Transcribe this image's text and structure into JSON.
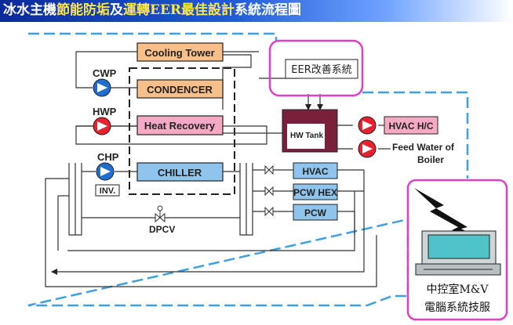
{
  "title": {
    "part1": "冰水主機",
    "part2": "節能防垢",
    "part3": "及",
    "part4": "運轉EER最佳設計",
    "part5": "系統流程圖"
  },
  "equipment": {
    "cooling_tower": "Cooling Tower",
    "condencer": "CONDENCER",
    "heat_recovery": "Heat Recovery",
    "chiller": "CHILLER",
    "hw_tank": "HW Tank",
    "hvac_hc": "HVAC H/C",
    "feed_water_line1": "Feed Water of",
    "feed_water_line2": "Boiler",
    "hvac": "HVAC",
    "pcw_hex": "PCW HEX",
    "pcw": "PCW",
    "eer_system": "EER改善系統"
  },
  "pumps": {
    "cwp": "CWP",
    "hwp": "HWP",
    "chp": "CHP",
    "inv": "INV."
  },
  "valves": {
    "dpcv": "DPCV"
  },
  "control_room": {
    "line1": "中控室M&V",
    "line2": "電腦系統技服"
  },
  "colors": {
    "title_bar_start": "#0b2a9a",
    "title_yellow": "#ffe54a",
    "dashed_border": "#3da0e0",
    "magenta": "#e040c8",
    "orange_fill": "#f7c08a",
    "pink_fill": "#f5a9c4",
    "blue_fill": "#8fc4ec",
    "hw_tank_fill": "#7a1f3c",
    "pump_blue": "#1f6fd1",
    "pump_red": "#e8212e"
  },
  "icons": [
    "pump-icon",
    "valve-icon",
    "computer-icon",
    "lightning-icon"
  ]
}
